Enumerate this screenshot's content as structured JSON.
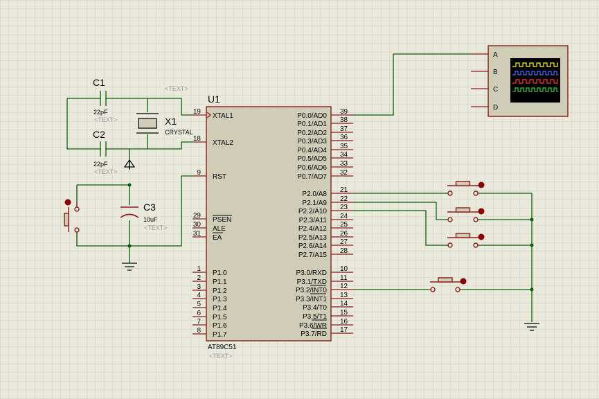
{
  "chip": {
    "ref": "U1",
    "part": "AT89C51",
    "text_placeholder": "<TEXT>",
    "left_pins": [
      {
        "num": "19",
        "name": "XTAL1"
      },
      {
        "num": "18",
        "name": "XTAL2"
      },
      {
        "num": "9",
        "name": "RST"
      },
      {
        "num": "29",
        "name": "PSEN"
      },
      {
        "num": "30",
        "name": "ALE"
      },
      {
        "num": "31",
        "name": "EA"
      },
      {
        "num": "1",
        "name": "P1.0"
      },
      {
        "num": "2",
        "name": "P1.1"
      },
      {
        "num": "3",
        "name": "P1.2"
      },
      {
        "num": "4",
        "name": "P1.3"
      },
      {
        "num": "5",
        "name": "P1.4"
      },
      {
        "num": "6",
        "name": "P1.5"
      },
      {
        "num": "7",
        "name": "P1.6"
      },
      {
        "num": "8",
        "name": "P1.7"
      }
    ],
    "right_pins": [
      {
        "num": "39",
        "name": "P0.0/AD0"
      },
      {
        "num": "38",
        "name": "P0.1/AD1"
      },
      {
        "num": "37",
        "name": "P0.2/AD2"
      },
      {
        "num": "36",
        "name": "P0.3/AD3"
      },
      {
        "num": "35",
        "name": "P0.4/AD4"
      },
      {
        "num": "34",
        "name": "P0.5/AD5"
      },
      {
        "num": "33",
        "name": "P0.6/AD6"
      },
      {
        "num": "32",
        "name": "P0.7/AD7"
      },
      {
        "num": "21",
        "name": "P2.0/A8"
      },
      {
        "num": "22",
        "name": "P2.1/A9"
      },
      {
        "num": "23",
        "name": "P2.2/A10"
      },
      {
        "num": "24",
        "name": "P2.3/A11"
      },
      {
        "num": "25",
        "name": "P2.4/A12"
      },
      {
        "num": "26",
        "name": "P2.5/A13"
      },
      {
        "num": "27",
        "name": "P2.6/A14"
      },
      {
        "num": "28",
        "name": "P2.7/A15"
      },
      {
        "num": "10",
        "name": "P3.0/RXD"
      },
      {
        "num": "11",
        "name": "P3.1/TXD"
      },
      {
        "num": "12",
        "name": "P3.2/INT0"
      },
      {
        "num": "13",
        "name": "P3.3/INT1"
      },
      {
        "num": "14",
        "name": "P3.4/T0"
      },
      {
        "num": "15",
        "name": "P3.5/T1"
      },
      {
        "num": "16",
        "name": "P3.6/WR"
      },
      {
        "num": "17",
        "name": "P3.7/RD"
      }
    ]
  },
  "c1": {
    "ref": "C1",
    "value": "22pF",
    "text_placeholder": "<TEXT>"
  },
  "c2": {
    "ref": "C2",
    "value": "22pF",
    "text_placeholder": "<TEXT>"
  },
  "c3": {
    "ref": "C3",
    "value": "10uF",
    "text_placeholder": "<TEXT>"
  },
  "x1": {
    "ref": "X1",
    "value": "CRYSTAL",
    "text_placeholder": "<TEXT>"
  },
  "scope": {
    "channels": [
      "A",
      "B",
      "C",
      "D"
    ],
    "trace_colors": [
      "#ffff00",
      "#3a6bff",
      "#ff3030",
      "#30d030"
    ]
  },
  "colors": {
    "background": "#e9e9dc",
    "grid": "#d2d2c2",
    "wire": "#0b5e0b",
    "component": "#8b1a1a",
    "chip_fill": "#cfcdb8",
    "junction": "#0b5e0b"
  }
}
